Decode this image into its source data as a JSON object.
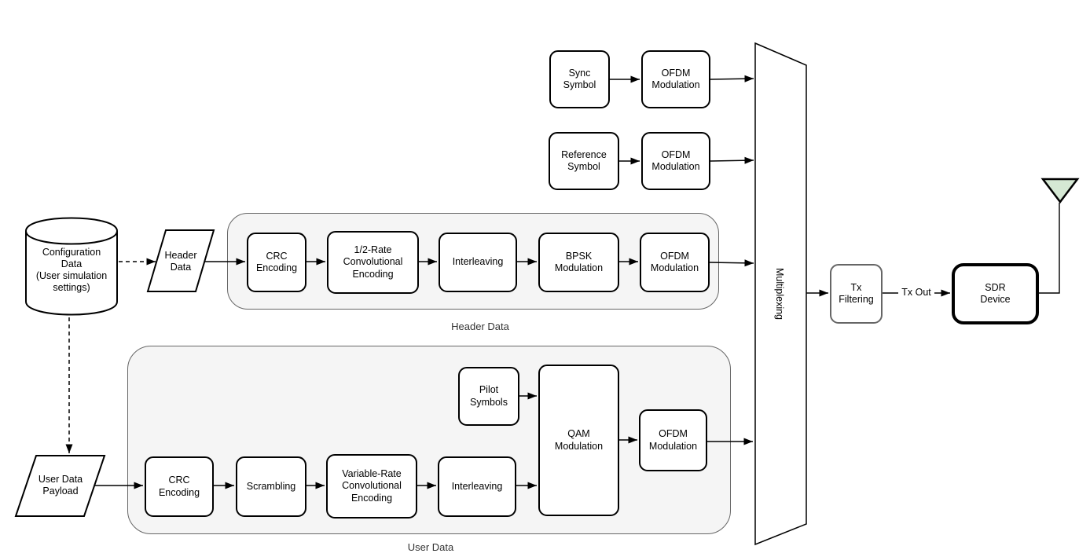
{
  "colors": {
    "background": "#ffffff",
    "block_border": "#000000",
    "muted_block_border": "#666666",
    "container_fill": "#f5f5f5",
    "container_border": "#666666",
    "antenna_fill": "#d5e8d4",
    "connector": "#000000"
  },
  "nodes": {
    "configuration_data": "Configuration\nData\n(User simulation\nsettings)",
    "header_data_input": "Header\nData",
    "user_data_payload": "User Data\nPayload",
    "sync_symbol": "Sync\nSymbol",
    "sync_ofdm_modulation": "OFDM\nModulation",
    "reference_symbol": "Reference\nSymbol",
    "reference_ofdm_modulation": "OFDM\nModulation",
    "header_crc_encoding": "CRC\nEncoding",
    "header_conv_encoding": "1/2-Rate\nConvolutional\nEncoding",
    "header_interleaving": "Interleaving",
    "bpsk_modulation": "BPSK\nModulation",
    "header_ofdm_modulation": "OFDM\nModulation",
    "user_crc_encoding": "CRC\nEncoding",
    "scrambling": "Scrambling",
    "variable_rate_conv_encoding": "Variable-Rate\nConvolutional\nEncoding",
    "user_interleaving": "Interleaving",
    "pilot_symbols": "Pilot\nSymbols",
    "qam_modulation": "QAM\nModulation",
    "user_ofdm_modulation": "OFDM\nModulation",
    "multiplexing": "Multiplexing",
    "tx_filtering": "Tx\nFiltering",
    "sdr_device": "SDR\nDevice"
  },
  "group_labels": {
    "header_chain": "Header Data",
    "user_chain": "User Data"
  },
  "edge_labels": {
    "tx_out": "Tx Out"
  }
}
